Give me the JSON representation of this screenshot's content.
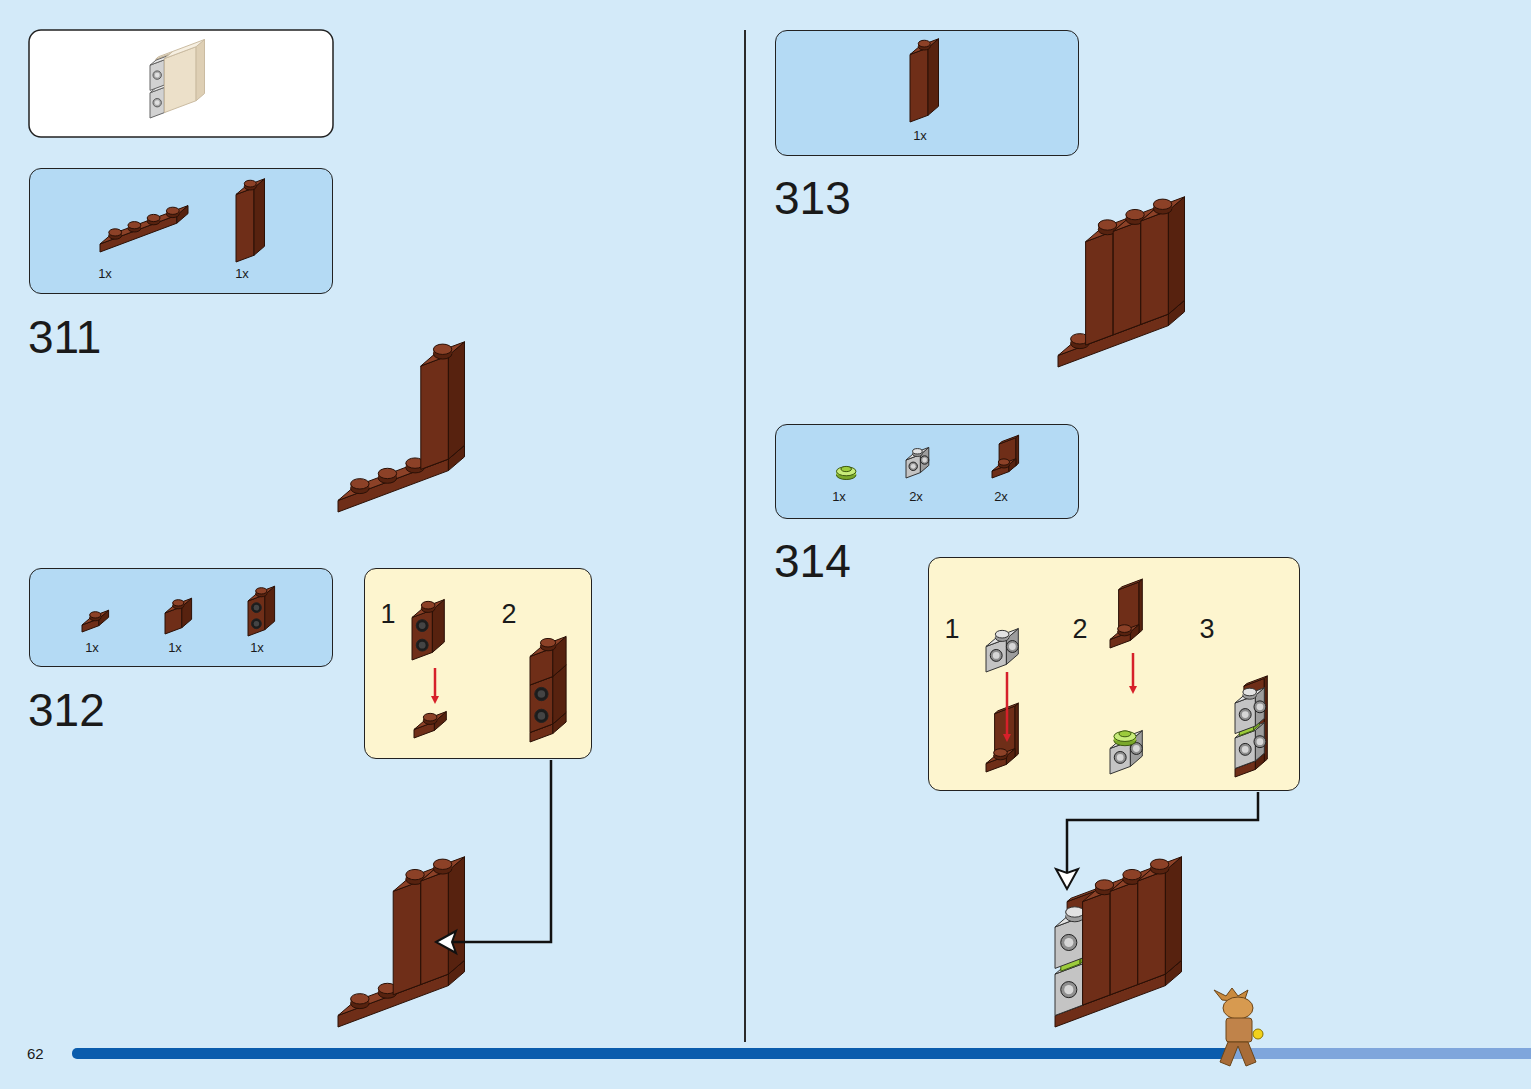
{
  "diagram": {
    "nodes": [
      {
        "text": [
          "1x",
          "1x"
        ]
      },
      {
        "text": [
          "1x",
          "1x",
          "1x"
        ]
      },
      {
        "text": [
          "1",
          "2"
        ]
      },
      {
        "text": [
          "1x"
        ]
      },
      {
        "text": [
          "1x",
          "2x",
          "2x"
        ]
      },
      {
        "text": [
          "1",
          "2",
          "3"
        ]
      }
    ],
    "labels": [
      "311",
      "312",
      "313",
      "314",
      "62"
    ]
  }
}
